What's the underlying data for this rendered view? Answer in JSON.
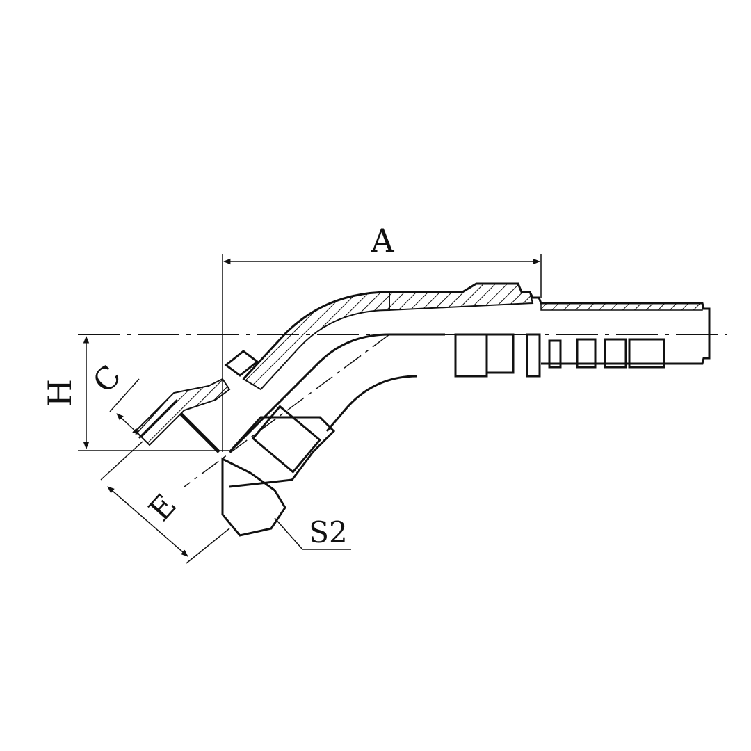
{
  "drawing": {
    "colors": {
      "line": "#111111",
      "background": "#ffffff"
    },
    "labels": {
      "dim_a": "A",
      "dim_h": "H",
      "dim_c": "C",
      "dim_e": "E",
      "dim_s2": "S2"
    }
  }
}
